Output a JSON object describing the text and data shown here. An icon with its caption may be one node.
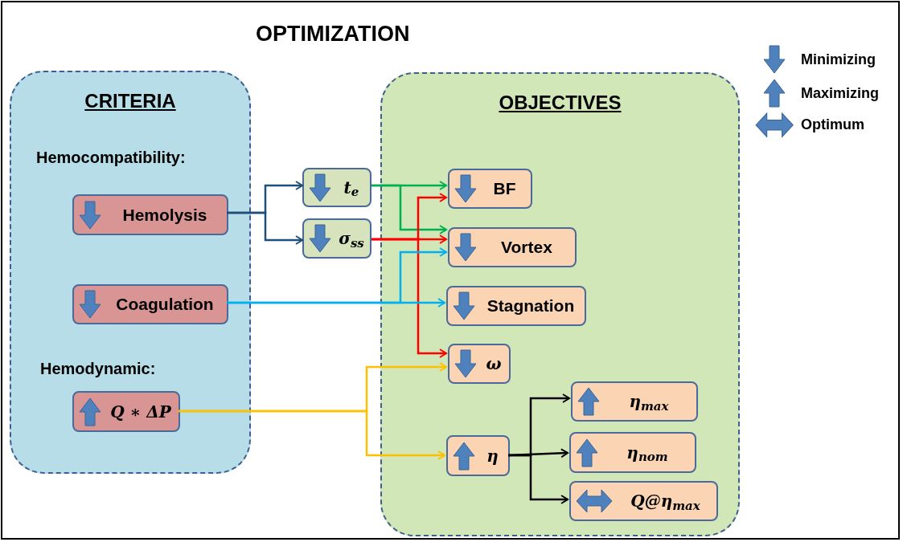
{
  "diagram": {
    "title": "OPTIMIZATION",
    "nodes": [
      {
        "text": [
          "CRITERIA"
        ]
      },
      {
        "text": [
          "OBJECTIVES"
        ]
      },
      {
        "text": [
          "Hemolysis"
        ],
        "in": 0
      },
      {
        "text": [
          "Coagulation"
        ],
        "in": 0
      },
      {
        "text": [
          "Q ∗ ΔP"
        ],
        "in": 0
      },
      {
        "text": [
          "t$_{e}$"
        ]
      },
      {
        "text": [
          "σ$_{ss}$"
        ]
      },
      {
        "text": [
          "BF"
        ],
        "in": 1
      },
      {
        "text": [
          "Vortex"
        ],
        "in": 1
      },
      {
        "text": [
          "Stagnation"
        ],
        "in": 1
      },
      {
        "text": [
          "ω"
        ],
        "in": 1
      },
      {
        "text": [
          "η"
        ],
        "in": 1
      },
      {
        "text": [
          "η$_{max}$"
        ],
        "in": 1
      },
      {
        "text": [
          "η$_{nom}$"
        ],
        "in": 1
      },
      {
        "text": [
          "Q@η$_{max}$"
        ],
        "in": 1
      }
    ],
    "edges": [
      {
        "from": 2,
        "to": 5,
        "arrow": "to",
        "color": "#1f4e79"
      },
      {
        "from": 2,
        "to": 6,
        "arrow": "to",
        "color": "#1f4e79"
      },
      {
        "from": 5,
        "to": 7,
        "arrow": "to",
        "color": "#00b050"
      },
      {
        "from": 5,
        "to": 8,
        "arrow": "to",
        "color": "#00b050"
      },
      {
        "from": 6,
        "to": 8,
        "arrow": "to",
        "color": "#ff0000"
      },
      {
        "from": 6,
        "to": 7,
        "arrow": "to",
        "color": "#ff0000"
      },
      {
        "from": 6,
        "to": 10,
        "arrow": "to",
        "color": "#ff0000"
      },
      {
        "from": 3,
        "to": 8,
        "arrow": "to",
        "color": "#00b0f0"
      },
      {
        "from": 3,
        "to": 9,
        "arrow": "to",
        "color": "#00b0f0"
      },
      {
        "from": 4,
        "to": 10,
        "arrow": "to",
        "color": "#ffc000"
      },
      {
        "from": 4,
        "to": 11,
        "arrow": "to",
        "color": "#ffc000"
      },
      {
        "from": 11,
        "to": 12,
        "arrow": "to",
        "color": "#000000"
      },
      {
        "from": 11,
        "to": 13,
        "arrow": "to",
        "color": "#000000"
      },
      {
        "from": 11,
        "to": 14,
        "arrow": "to",
        "color": "#000000"
      }
    ],
    "labels": [
      "Hemocompatibility:",
      "Hemodynamic:"
    ],
    "legend": [
      {
        "text": "Minimizing"
      },
      {
        "text": "Maximizing"
      },
      {
        "text": "Optimum"
      }
    ]
  }
}
